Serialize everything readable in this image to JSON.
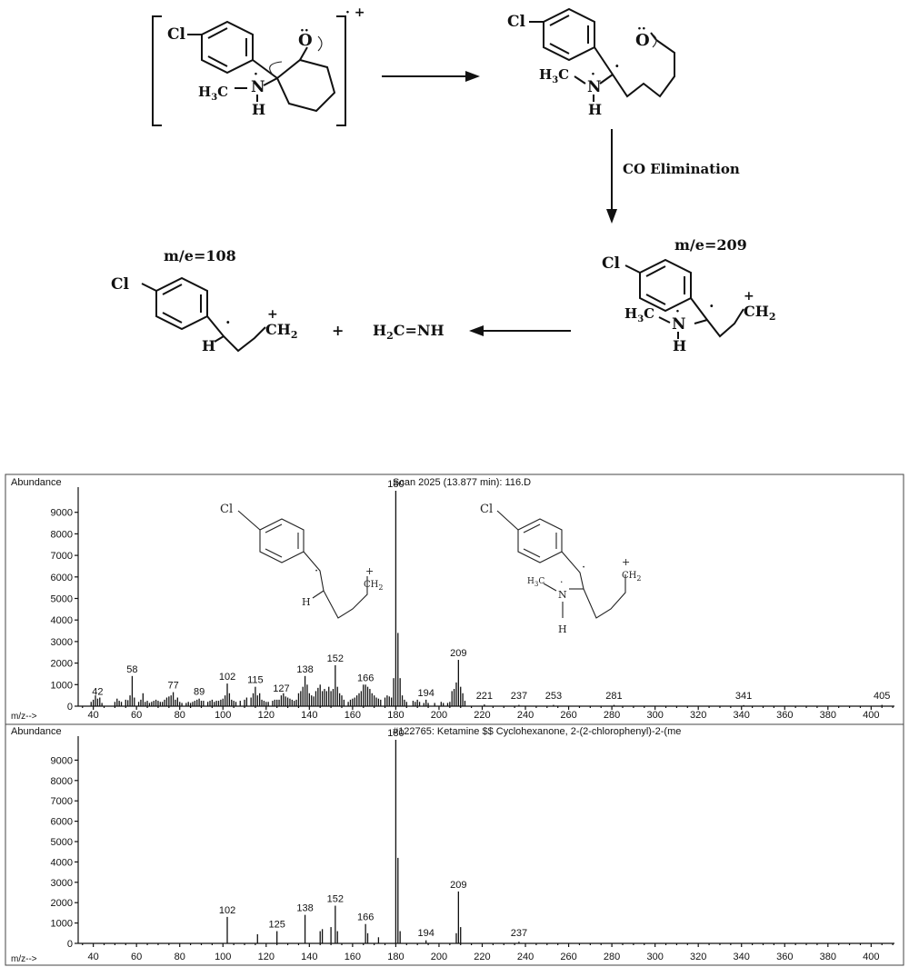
{
  "scheme": {
    "labels": {
      "cl": "Cl",
      "h3c": "H3C",
      "h3c_sub_h": "H",
      "h3c_sub_3": "3",
      "h3c_sub_c": "C",
      "n": "N",
      "h": "H",
      "o": "O",
      "co_elimination": "CO Elimination",
      "me_209": "m/e=209",
      "me_108": "m/e=108",
      "ch2": "CH2",
      "ch": "CH",
      "two": "2",
      "plus": "+",
      "radical_cation": "· +",
      "methanimine": "H2C=NH",
      "h2c_h": "H",
      "h2c_2": "2",
      "h2c_rest": "C=NH",
      "dot": "·",
      "dots2": "··"
    }
  },
  "chart_data": [
    {
      "type": "bar",
      "id": "measured-spectrum",
      "title": "Scan 2025 (13.877 min): 116.D",
      "ylabel": "Abundance",
      "xlabel": "m/z-->",
      "xlim": [
        33,
        415
      ],
      "ylim": [
        0,
        10000
      ],
      "xticks": [
        40,
        60,
        80,
        100,
        120,
        140,
        160,
        180,
        200,
        220,
        240,
        260,
        280,
        300,
        320,
        340,
        360,
        380,
        400
      ],
      "yticks": [
        0,
        1000,
        2000,
        3000,
        4000,
        5000,
        6000,
        7000,
        8000,
        9000
      ],
      "x": [
        39,
        40,
        41,
        42,
        43,
        44,
        50,
        51,
        52,
        53,
        55,
        56,
        57,
        58,
        59,
        61,
        62,
        63,
        64,
        65,
        66,
        67,
        68,
        69,
        70,
        71,
        72,
        73,
        74,
        75,
        76,
        77,
        78,
        79,
        80,
        81,
        83,
        84,
        85,
        86,
        87,
        88,
        89,
        90,
        91,
        93,
        94,
        95,
        96,
        97,
        98,
        99,
        100,
        101,
        102,
        103,
        104,
        105,
        106,
        108,
        110,
        111,
        113,
        114,
        115,
        116,
        117,
        118,
        119,
        120,
        121,
        123,
        124,
        125,
        126,
        127,
        128,
        129,
        130,
        131,
        132,
        133,
        134,
        135,
        136,
        137,
        138,
        139,
        140,
        141,
        142,
        143,
        144,
        145,
        146,
        147,
        148,
        149,
        150,
        151,
        152,
        153,
        154,
        155,
        156,
        158,
        159,
        160,
        161,
        162,
        163,
        164,
        165,
        166,
        167,
        168,
        169,
        170,
        171,
        172,
        173,
        175,
        176,
        177,
        178,
        179,
        180,
        181,
        182,
        183,
        184,
        185,
        188,
        189,
        190,
        191,
        193,
        194,
        195,
        198,
        201,
        202,
        204,
        205,
        206,
        207,
        208,
        209,
        210,
        211,
        212,
        221,
        237,
        253,
        281,
        341,
        405
      ],
      "y": [
        200,
        300,
        500,
        350,
        400,
        150,
        200,
        350,
        250,
        200,
        300,
        280,
        500,
        1400,
        400,
        200,
        300,
        600,
        200,
        250,
        150,
        200,
        250,
        300,
        250,
        200,
        200,
        300,
        400,
        450,
        500,
        650,
        300,
        400,
        200,
        150,
        150,
        200,
        150,
        200,
        250,
        300,
        350,
        250,
        250,
        200,
        250,
        300,
        200,
        250,
        250,
        300,
        350,
        500,
        1050,
        600,
        300,
        250,
        200,
        250,
        300,
        400,
        400,
        600,
        900,
        500,
        600,
        300,
        250,
        200,
        200,
        250,
        300,
        300,
        300,
        500,
        600,
        450,
        400,
        350,
        300,
        250,
        300,
        600,
        700,
        900,
        1400,
        1000,
        600,
        500,
        450,
        700,
        850,
        1000,
        700,
        800,
        700,
        900,
        700,
        800,
        1900,
        900,
        600,
        500,
        300,
        200,
        300,
        350,
        400,
        500,
        600,
        700,
        1000,
        1000,
        900,
        800,
        600,
        500,
        400,
        350,
        300,
        400,
        500,
        450,
        400,
        1300,
        10000,
        3400,
        1300,
        500,
        300,
        200,
        250,
        200,
        300,
        200,
        150,
        300,
        150,
        150,
        200,
        150,
        150,
        200,
        700,
        800,
        1100,
        2150,
        900,
        600,
        250,
        80,
        60,
        60,
        60,
        50,
        60
      ],
      "peak_labels": [
        {
          "x": 42,
          "label": "42"
        },
        {
          "x": 58,
          "label": "58"
        },
        {
          "x": 77,
          "label": "77"
        },
        {
          "x": 89,
          "label": "89"
        },
        {
          "x": 102,
          "label": "102"
        },
        {
          "x": 115,
          "label": "115"
        },
        {
          "x": 127,
          "label": "127"
        },
        {
          "x": 138,
          "label": "138"
        },
        {
          "x": 152,
          "label": "152"
        },
        {
          "x": 166,
          "label": "166"
        },
        {
          "x": 180,
          "label": "180"
        },
        {
          "x": 194,
          "label": "194"
        },
        {
          "x": 209,
          "label": "209"
        },
        {
          "x": 221,
          "label": "221"
        },
        {
          "x": 237,
          "label": "237"
        },
        {
          "x": 253,
          "label": "253"
        },
        {
          "x": 281,
          "label": "281"
        },
        {
          "x": 341,
          "label": "341"
        },
        {
          "x": 405,
          "label": "405"
        }
      ]
    },
    {
      "type": "bar",
      "id": "library-spectrum",
      "title": "#122765: Ketamine $$ Cyclohexanone, 2-(2-chlorophenyl)-2-(me",
      "ylabel": "Abundance",
      "xlabel": "m/z-->",
      "xlim": [
        33,
        415
      ],
      "ylim": [
        0,
        10000
      ],
      "xticks": [
        40,
        60,
        80,
        100,
        120,
        140,
        160,
        180,
        200,
        220,
        240,
        260,
        280,
        300,
        320,
        340,
        360,
        380,
        400
      ],
      "yticks": [
        0,
        1000,
        2000,
        3000,
        4000,
        5000,
        6000,
        7000,
        8000,
        9000
      ],
      "x": [
        102,
        116,
        125,
        138,
        145,
        146,
        150,
        152,
        153,
        166,
        167,
        172,
        180,
        181,
        182,
        194,
        208,
        209,
        210,
        237
      ],
      "y": [
        1300,
        450,
        600,
        1400,
        600,
        700,
        800,
        1850,
        600,
        950,
        500,
        300,
        10000,
        4200,
        600,
        150,
        500,
        2550,
        800,
        80
      ],
      "peak_labels": [
        {
          "x": 102,
          "label": "102"
        },
        {
          "x": 125,
          "label": "125"
        },
        {
          "x": 138,
          "label": "138"
        },
        {
          "x": 152,
          "label": "152"
        },
        {
          "x": 166,
          "label": "166"
        },
        {
          "x": 180,
          "label": "180"
        },
        {
          "x": 194,
          "label": "194"
        },
        {
          "x": 209,
          "label": "209"
        },
        {
          "x": 237,
          "label": "237"
        }
      ]
    }
  ]
}
